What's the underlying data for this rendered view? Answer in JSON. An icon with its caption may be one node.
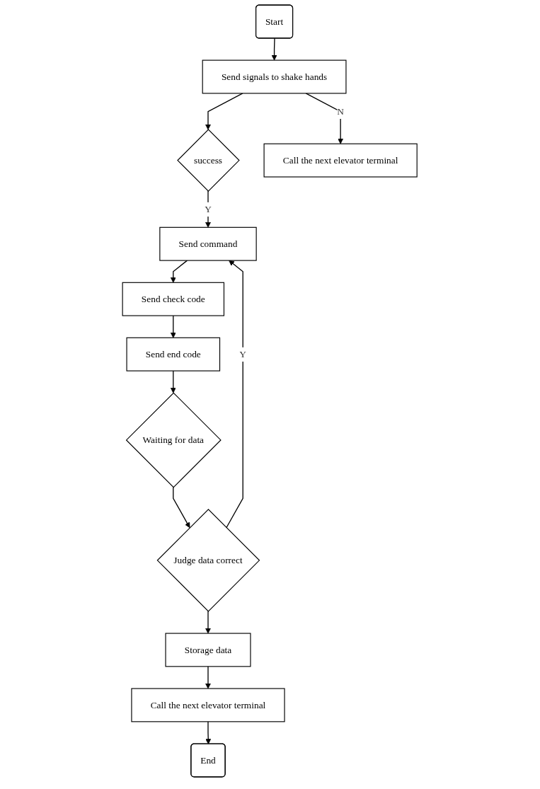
{
  "diagram": {
    "nodes": [
      {
        "text": [
          "Start"
        ]
      },
      {
        "text": [
          "Send signals to shake hands"
        ]
      },
      {
        "text": [
          "success"
        ]
      },
      {
        "text": [
          "Call the next elevator terminal"
        ]
      },
      {
        "text": [
          "Send command"
        ]
      },
      {
        "text": [
          "Send check code"
        ]
      },
      {
        "text": [
          "Send end code"
        ]
      },
      {
        "text": [
          "Waiting for data"
        ]
      },
      {
        "text": [
          "Judge data correct"
        ]
      },
      {
        "text": [
          "Storage data"
        ]
      },
      {
        "text": [
          "Call the next elevator terminal"
        ]
      },
      {
        "text": [
          "End"
        ]
      }
    ],
    "edges": [
      {
        "from": 0,
        "to": 1,
        "arrow": "to"
      },
      {
        "from": 1,
        "to": 2,
        "arrow": "to"
      },
      {
        "from": 1,
        "to": 3,
        "arrow": "to",
        "label": "N"
      },
      {
        "from": 2,
        "to": 4,
        "arrow": "to",
        "label": "Y"
      },
      {
        "from": 8,
        "to": 4,
        "arrow": "to",
        "label": "Y"
      },
      {
        "from": 4,
        "to": 5,
        "arrow": "to"
      },
      {
        "from": 5,
        "to": 6,
        "arrow": "to"
      },
      {
        "from": 6,
        "to": 7,
        "arrow": "to"
      },
      {
        "from": 7,
        "to": 8,
        "arrow": "to"
      },
      {
        "from": 8,
        "to": 9,
        "arrow": "to"
      },
      {
        "from": 9,
        "to": 10,
        "arrow": "to"
      },
      {
        "from": 10,
        "to": 11,
        "arrow": "to"
      }
    ]
  }
}
